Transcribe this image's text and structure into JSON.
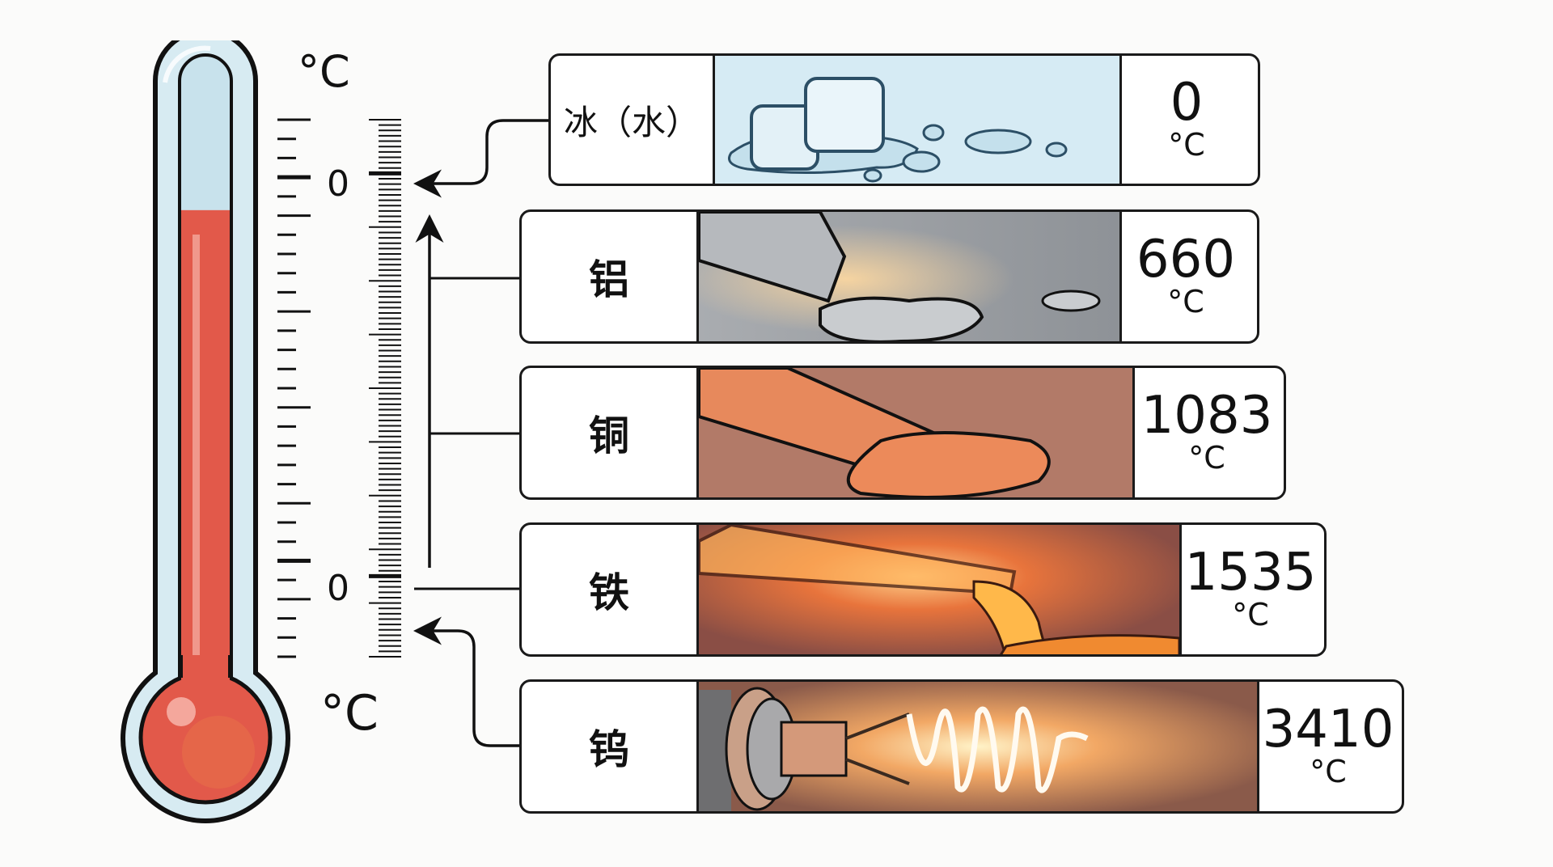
{
  "thermometer": {
    "unit_top": "°C",
    "unit_bottom": "°C",
    "scale_label_upper": "0",
    "scale_label_lower": "0",
    "mercury_fill_fraction": 0.78
  },
  "colors": {
    "mercury": "#e2594a",
    "glass": "#cfe6ee",
    "ice_bg": "#d6ebf4",
    "aluminum_bg": "#8e9297",
    "copper_bg": "#b27a68",
    "iron_bg": "#8a4e45",
    "tungsten_bg": "#8a5a4a"
  },
  "materials": [
    {
      "name": "冰（水）",
      "melting_point": "0",
      "unit": "°C",
      "illustration": "ice-cubes-melting"
    },
    {
      "name": "铝",
      "melting_point": "660",
      "unit": "°C",
      "illustration": "aluminum-bar-melting"
    },
    {
      "name": "铜",
      "melting_point": "1083",
      "unit": "°C",
      "illustration": "copper-pipe-melting"
    },
    {
      "name": "铁",
      "melting_point": "1535",
      "unit": "°C",
      "illustration": "molten-iron-pouring"
    },
    {
      "name": "钨",
      "melting_point": "3410",
      "unit": "°C",
      "illustration": "tungsten-filament-glowing"
    }
  ]
}
